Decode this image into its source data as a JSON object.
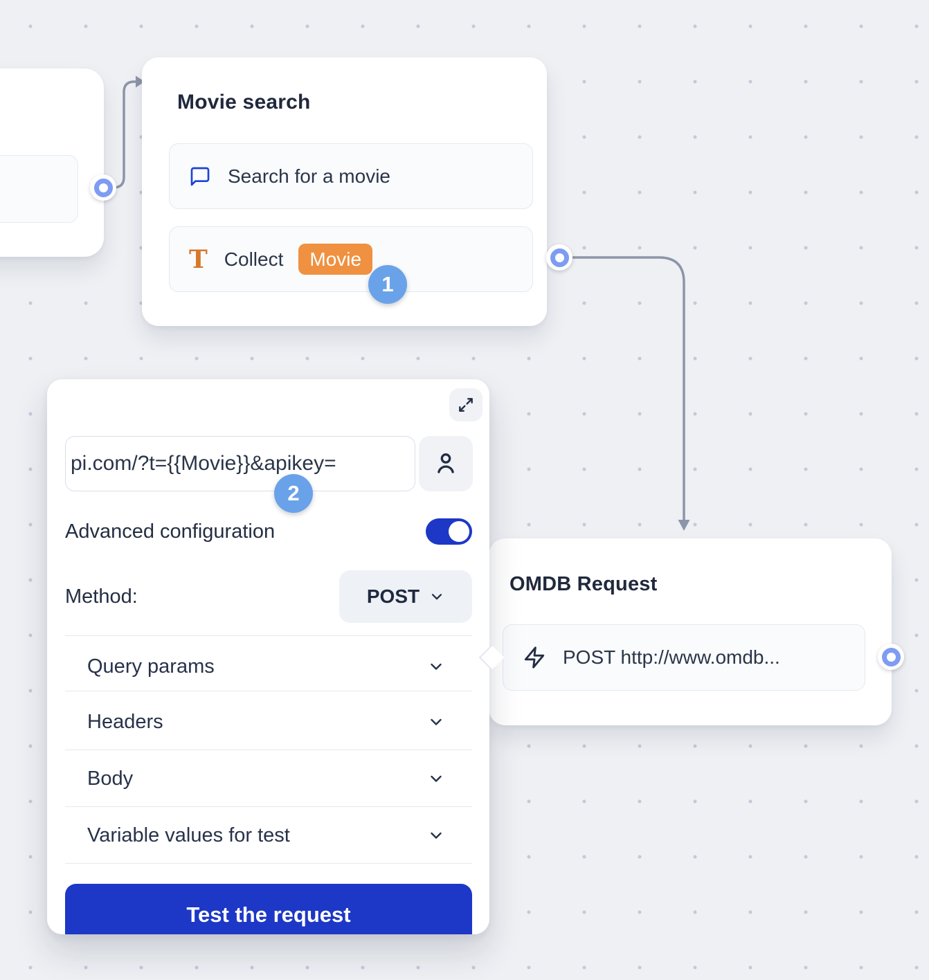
{
  "colors": {
    "background": "#eef0f4",
    "dot_grid": "#c3cad7",
    "primary_blue": "#1d38c6",
    "badge_blue": "#6aa2e9",
    "port_ring_blue": "#7d9cf2",
    "connector_gray": "#8d95a8",
    "chip_orange": "#ef9140",
    "icon_orange": "#d8782c",
    "icon_blue": "#1c43d6",
    "text_dark": "#20293c"
  },
  "nodes": {
    "movie_search": {
      "title": "Movie search",
      "item1": {
        "label": "Search for a movie",
        "icon": "chat-bubble-icon"
      },
      "item2": {
        "label": "Collect",
        "chip": "Movie",
        "icon_glyph": "T"
      }
    },
    "omdb_request": {
      "title": "OMDB Request",
      "item1": {
        "label": "POST http://www.omdb...",
        "icon": "zap-icon"
      }
    }
  },
  "config_panel": {
    "url_value": "pi.com/?t={{Movie}}&apikey=",
    "advanced_label": "Advanced configuration",
    "advanced_enabled": true,
    "method_label": "Method:",
    "method_value": "POST",
    "sections": [
      {
        "label": "Query params"
      },
      {
        "label": "Headers"
      },
      {
        "label": "Body"
      },
      {
        "label": "Variable values for test"
      }
    ],
    "test_button_label": "Test the request"
  },
  "annotations": {
    "step1": "1",
    "step2": "2"
  }
}
